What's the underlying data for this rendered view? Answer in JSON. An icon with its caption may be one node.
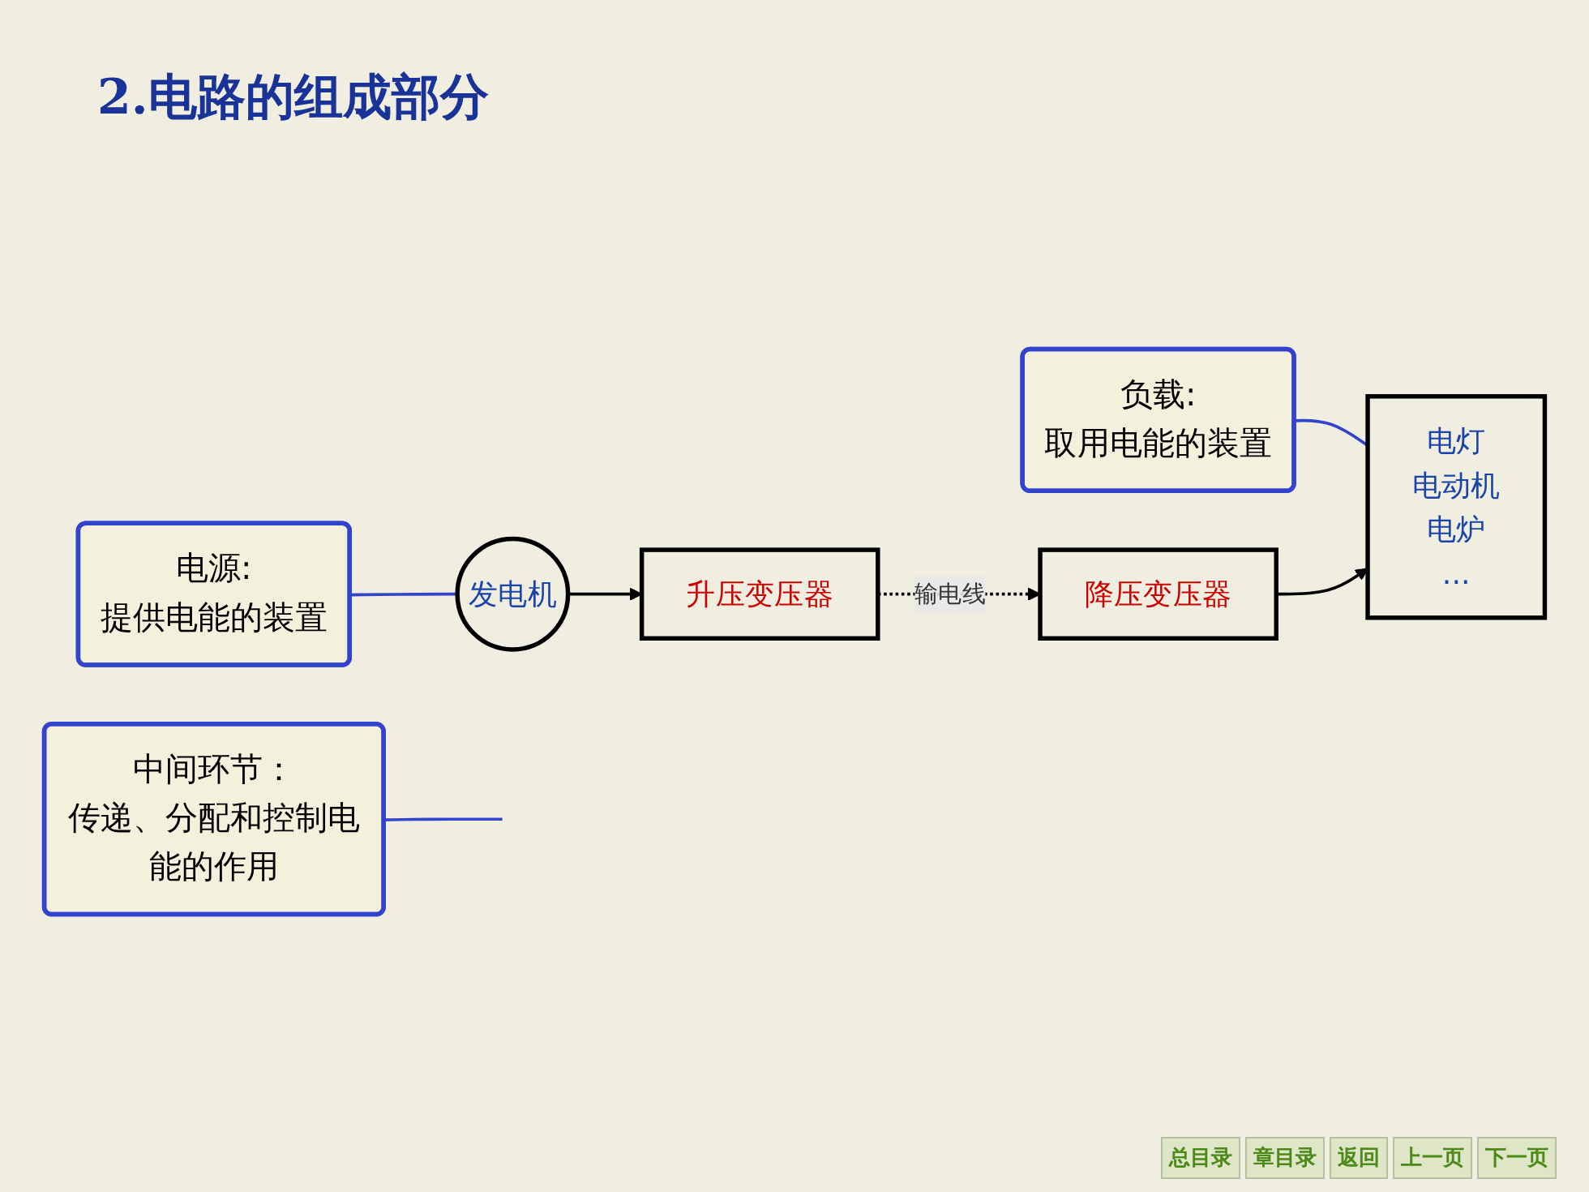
{
  "diagram": {
    "title": "2.电路的组成部分",
    "nodes": [
      {
        "text": [
          "电源:",
          "提供电能的装置"
        ]
      },
      {
        "text": [
          "负载:",
          "取用电能的装置"
        ]
      },
      {
        "text": [
          "发电机"
        ]
      },
      {
        "text": [
          "升压变压器"
        ]
      },
      {
        "text": [
          "降压变压器"
        ]
      },
      {
        "text": [
          "电灯",
          "电动机",
          "电炉",
          "..."
        ]
      },
      {
        "text": [
          "中间环节：",
          "传递、分配和控制电能的作用"
        ]
      }
    ],
    "edges": [
      {
        "from": 0,
        "to": 2,
        "arrow": "none",
        "color": "#3344cc"
      },
      {
        "from": 1,
        "to": 5,
        "arrow": "none",
        "color": "#3344cc"
      },
      {
        "from": 2,
        "to": 3,
        "arrow": "to",
        "color": "#000000"
      },
      {
        "from": 3,
        "to": 4,
        "arrow": "to",
        "label": "输电线",
        "style": "dashed",
        "color": "#000000"
      },
      {
        "from": 4,
        "to": 5,
        "arrow": "to",
        "color": "#000000"
      },
      {
        "from": 6,
        "to": null,
        "arrow": "none",
        "color": "#3344cc"
      }
    ],
    "labels": [
      "总目录",
      "章目录",
      "返回",
      "上一页",
      "下一页"
    ]
  }
}
